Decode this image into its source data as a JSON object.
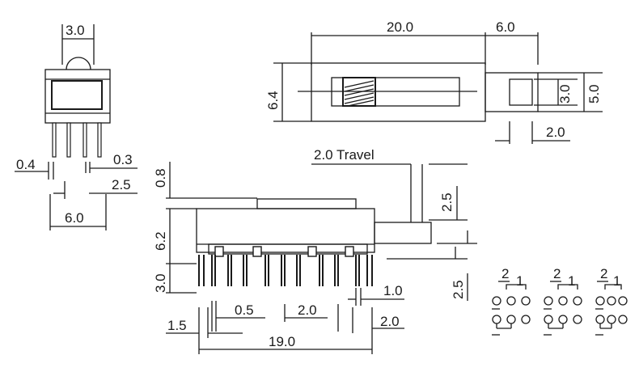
{
  "dimensions": {
    "front_top_width": "3.0",
    "front_pin_width": "0.4",
    "front_pin_thickness": "0.3",
    "front_pin_row_spacing": "2.5",
    "front_base_width": "6.0",
    "top_body_length": "20.0",
    "top_actuator_length": "6.0",
    "top_body_height": "6.4",
    "top_actuator_inner": "3.0",
    "top_actuator_outer": "5.0",
    "top_actuator_offset": "2.0",
    "travel": "2.0 Travel",
    "side_top_height": "0.8",
    "side_body_height": "6.2",
    "side_pin_length": "3.0",
    "side_knob_height": "2.5",
    "side_knob_offset": "2.5",
    "side_pin_thickness": "1.0",
    "side_end_offset": "1.5",
    "side_pin_width": "0.5",
    "side_pin_pitch": "2.0",
    "side_end_pitch": "2.0",
    "side_total_length": "19.0"
  },
  "schematic": {
    "groups": [
      {
        "left": "2",
        "right": "1"
      },
      {
        "left": "2",
        "right": "1"
      },
      {
        "left": "2",
        "right": "1"
      }
    ]
  }
}
